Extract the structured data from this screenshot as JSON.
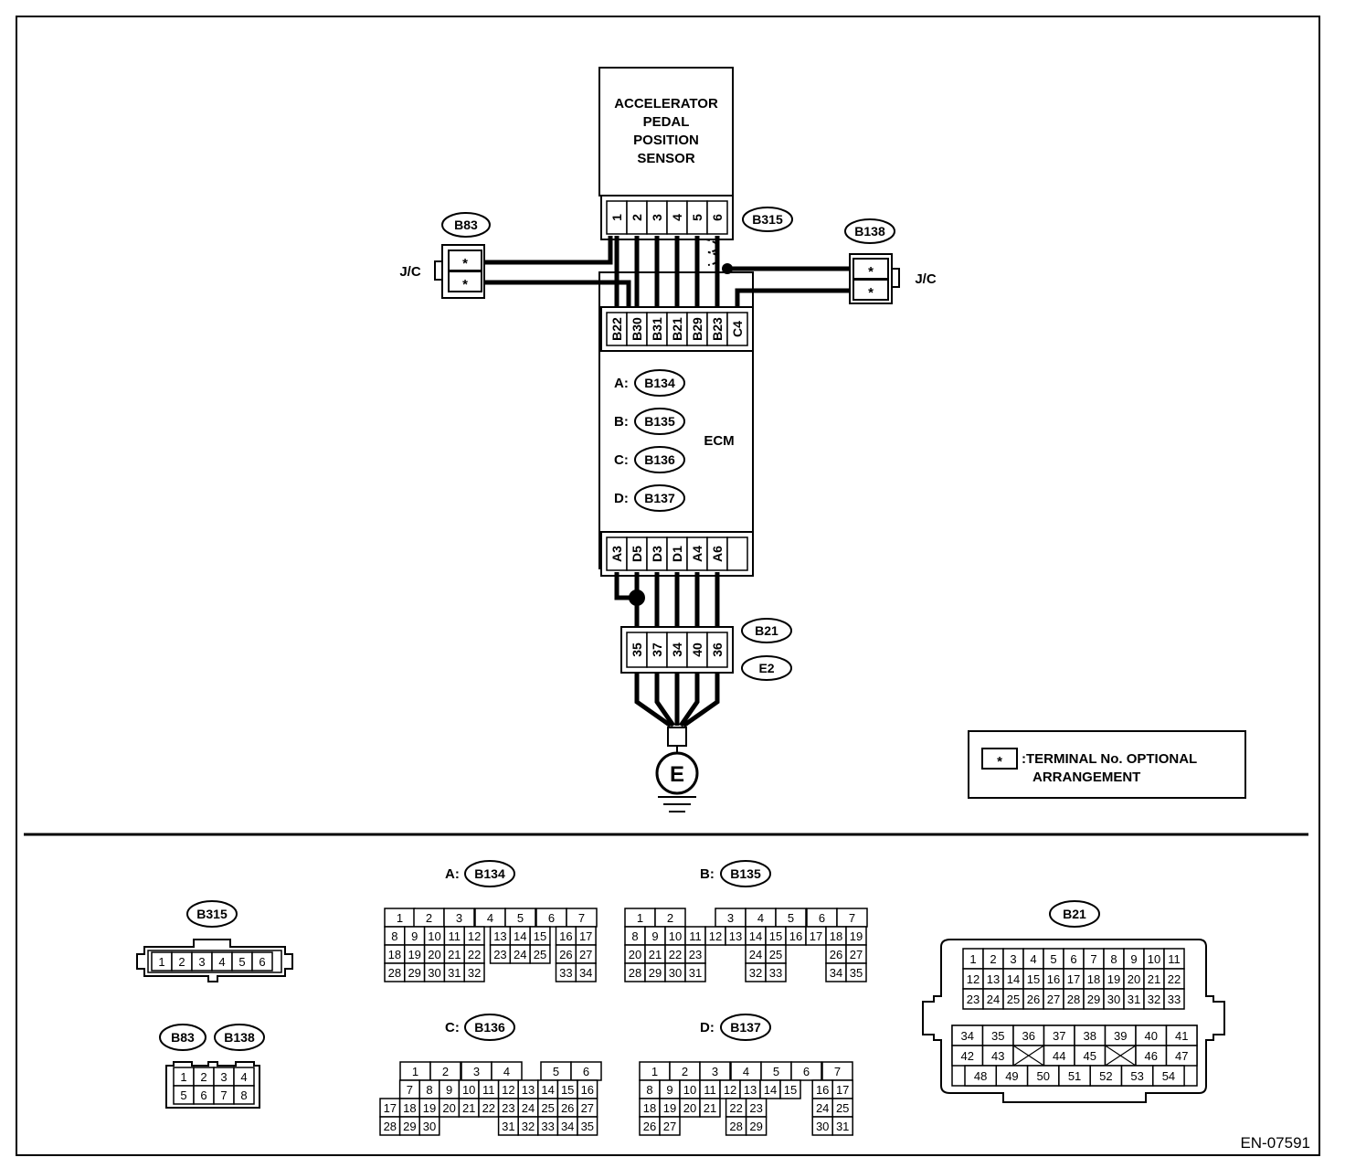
{
  "sensor": {
    "lines": [
      "ACCELERATOR",
      "PEDAL",
      "POSITION",
      "SENSOR"
    ]
  },
  "connectors": {
    "b315": "B315",
    "b83": "B83",
    "b138": "B138",
    "b134": "B134",
    "b135": "B135",
    "b136": "B136",
    "b137": "B137",
    "b21": "B21",
    "e2": "E2"
  },
  "jc_label": "J/C",
  "ecm_label": "ECM",
  "sensor_pins": [
    "1",
    "2",
    "3",
    "4",
    "5",
    "6"
  ],
  "ecm_top_pins": [
    "B22",
    "B30",
    "B31",
    "B21",
    "B29",
    "B23",
    "C4"
  ],
  "ecm_bottom_pins": [
    "A3",
    "D5",
    "D3",
    "D1",
    "A4",
    "A6"
  ],
  "b21_pins_top": [
    "35",
    "37",
    "34",
    "40",
    "36"
  ],
  "ecm_prefix": [
    "A:",
    "B:",
    "C:",
    "D:"
  ],
  "star": "*",
  "ground": "E",
  "legend": {
    "symbol": "*",
    "line1": ":TERMINAL No. OPTIONAL",
    "line2": "ARRANGEMENT"
  },
  "face_titles": {
    "a": "A:",
    "b": "B:",
    "c": "C:",
    "d": "D:"
  },
  "b315_face": [
    "1",
    "2",
    "3",
    "4",
    "5",
    "6"
  ],
  "b83_face": [
    [
      "1",
      "2",
      "3",
      "4"
    ],
    [
      "5",
      "6",
      "7",
      "8"
    ]
  ],
  "b134_face": [
    [
      "1",
      "2",
      "3",
      "4",
      "5",
      "6",
      "7"
    ],
    [
      "8",
      "9",
      "10",
      "11",
      "12",
      "13",
      "14",
      "15",
      "16",
      "17"
    ],
    [
      "18",
      "19",
      "20",
      "21",
      "22",
      "23",
      "24",
      "25",
      "26",
      "27"
    ],
    [
      "28",
      "29",
      "30",
      "31",
      "32",
      "33",
      "34"
    ]
  ],
  "b135_face": [
    [
      "1",
      "2",
      "3",
      "4",
      "5",
      "6",
      "7"
    ],
    [
      "8",
      "9",
      "10",
      "11",
      "12",
      "13",
      "14",
      "15",
      "16",
      "17",
      "18",
      "19"
    ],
    [
      "20",
      "21",
      "22",
      "23",
      "24",
      "25",
      "26",
      "27"
    ],
    [
      "28",
      "29",
      "30",
      "31",
      "32",
      "33",
      "34",
      "35"
    ]
  ],
  "b136_face": [
    [
      "1",
      "2",
      "3",
      "4",
      "5",
      "6"
    ],
    [
      "7",
      "8",
      "9",
      "10",
      "11",
      "12",
      "13",
      "14",
      "15",
      "16"
    ],
    [
      "17",
      "18",
      "19",
      "20",
      "21",
      "22",
      "23",
      "24",
      "25",
      "26",
      "27"
    ],
    [
      "28",
      "29",
      "30",
      "31",
      "32",
      "33",
      "34",
      "35"
    ]
  ],
  "b137_face": [
    [
      "1",
      "2",
      "3",
      "4",
      "5",
      "6",
      "7"
    ],
    [
      "8",
      "9",
      "10",
      "11",
      "12",
      "13",
      "14",
      "15",
      "16",
      "17"
    ],
    [
      "18",
      "19",
      "20",
      "21",
      "22",
      "23",
      "24",
      "25"
    ],
    [
      "26",
      "27",
      "28",
      "29",
      "30",
      "31"
    ]
  ],
  "b21_face": [
    [
      "1",
      "2",
      "3",
      "4",
      "5",
      "6",
      "7",
      "8",
      "9",
      "10",
      "11"
    ],
    [
      "12",
      "13",
      "14",
      "15",
      "16",
      "17",
      "18",
      "19",
      "20",
      "21",
      "22"
    ],
    [
      "23",
      "24",
      "25",
      "26",
      "27",
      "28",
      "29",
      "30",
      "31",
      "32",
      "33"
    ],
    [
      "34",
      "35",
      "36",
      "37",
      "38",
      "39",
      "40",
      "41"
    ],
    [
      "42",
      "43",
      "44",
      "45",
      "46",
      "47"
    ],
    [
      "48",
      "49",
      "50",
      "51",
      "52",
      "53",
      "54"
    ]
  ],
  "figure_code": "EN-07591"
}
